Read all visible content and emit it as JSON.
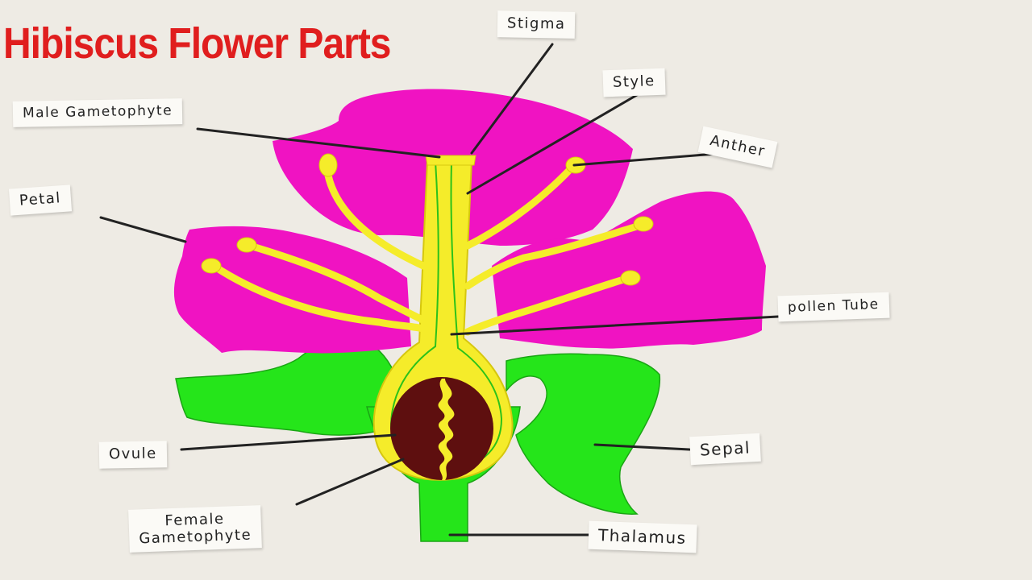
{
  "title": "Hibiscus Flower Parts",
  "labels": {
    "stigma": "Stigma",
    "style": "Style",
    "male_gametophyte": "Male Gametophyte",
    "anther": "Anther",
    "petal": "Petal",
    "pollen_tube": "pollen Tube",
    "ovule": "Ovule",
    "sepal": "Sepal",
    "female_gametophyte": "Female\nGametophyte",
    "thalamus": "Thalamus"
  },
  "colors": {
    "petal": "#f013c2",
    "sepal": "#25e51a",
    "pistil": "#f5ec2a",
    "ovule": "#5e0f0f",
    "leader_line": "#222222",
    "title": "#e01e1e"
  }
}
